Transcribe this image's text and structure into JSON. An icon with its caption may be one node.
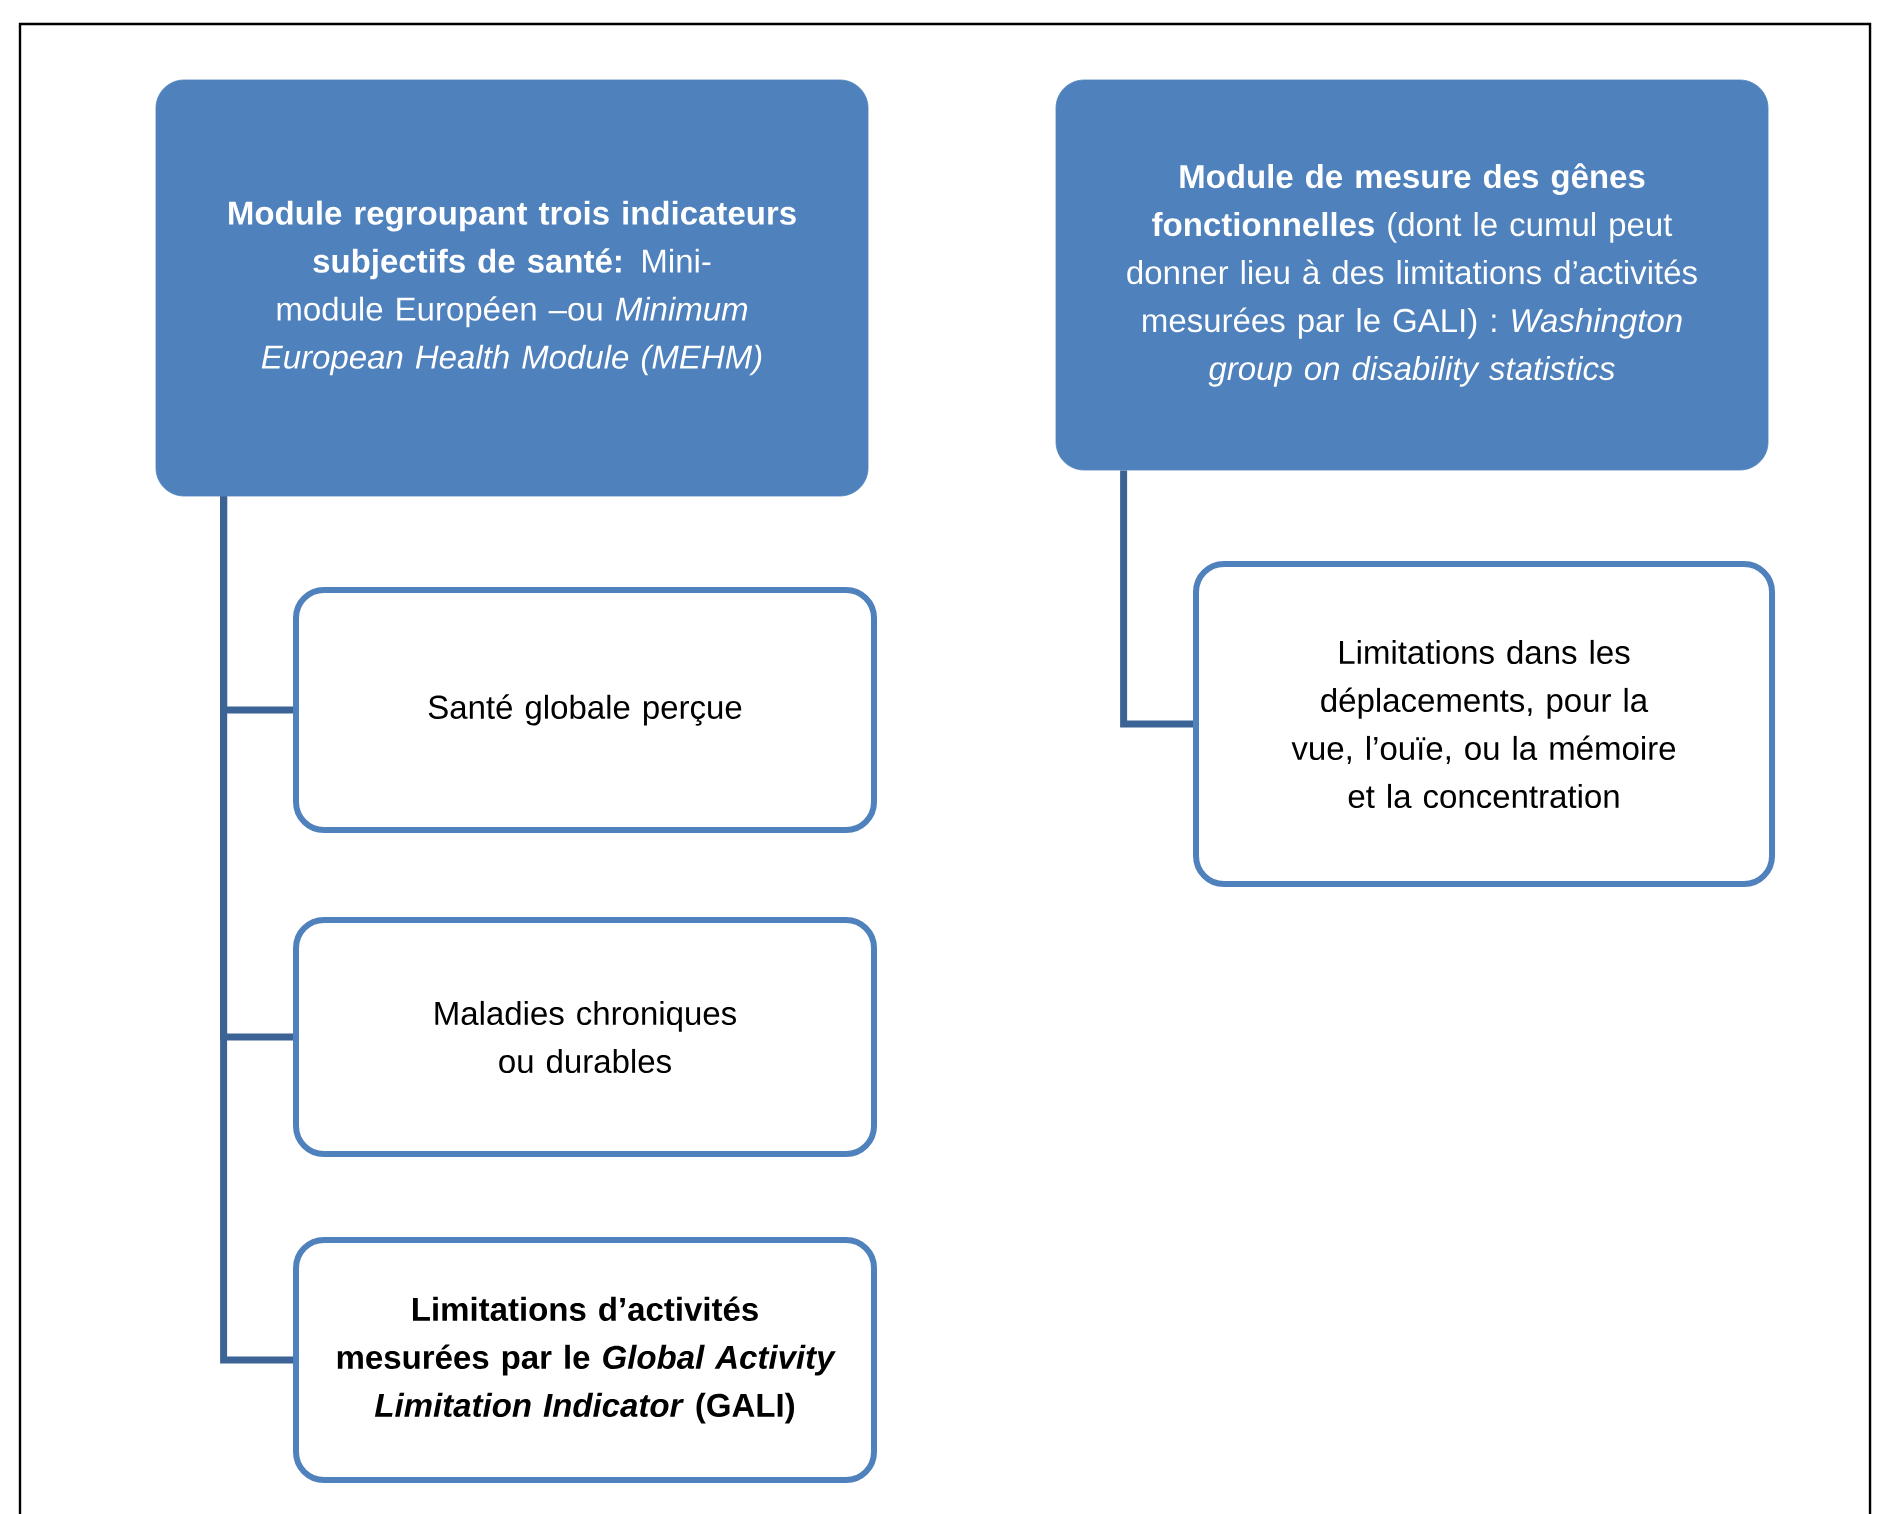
{
  "diagram": {
    "nodes": [
      {
        "text": [
          "**Module regroupant trois indicateurs subjectifs de santé:** Mini-module Européen –ou *Minimum European Health Module (MEHM)*"
        ]
      },
      {
        "text": [
          "Santé globale perçue"
        ]
      },
      {
        "text": [
          "Maladies chroniques ou durables"
        ]
      },
      {
        "text": [
          "Limitations d’activités mesurées par le *Global Activity Limitation Indicator* (GALI)"
        ]
      },
      {
        "text": [
          "**Module de mesure des gênes fonctionnelles** (dont le cumul peut donner lieu à des limitations d’activités mesurées par le GALI) : *Washington group on disability statistics*"
        ]
      },
      {
        "text": [
          "Limitations dans les déplacements, pour la vue, l’ouïe, ou la mémoire et la concentration"
        ]
      }
    ],
    "edges": [
      {
        "from": 0,
        "to": 1,
        "arrow": "none"
      },
      {
        "from": 0,
        "to": 2,
        "arrow": "none"
      },
      {
        "from": 0,
        "to": 3,
        "arrow": "none"
      },
      {
        "from": 4,
        "to": 5,
        "arrow": "none"
      }
    ]
  }
}
